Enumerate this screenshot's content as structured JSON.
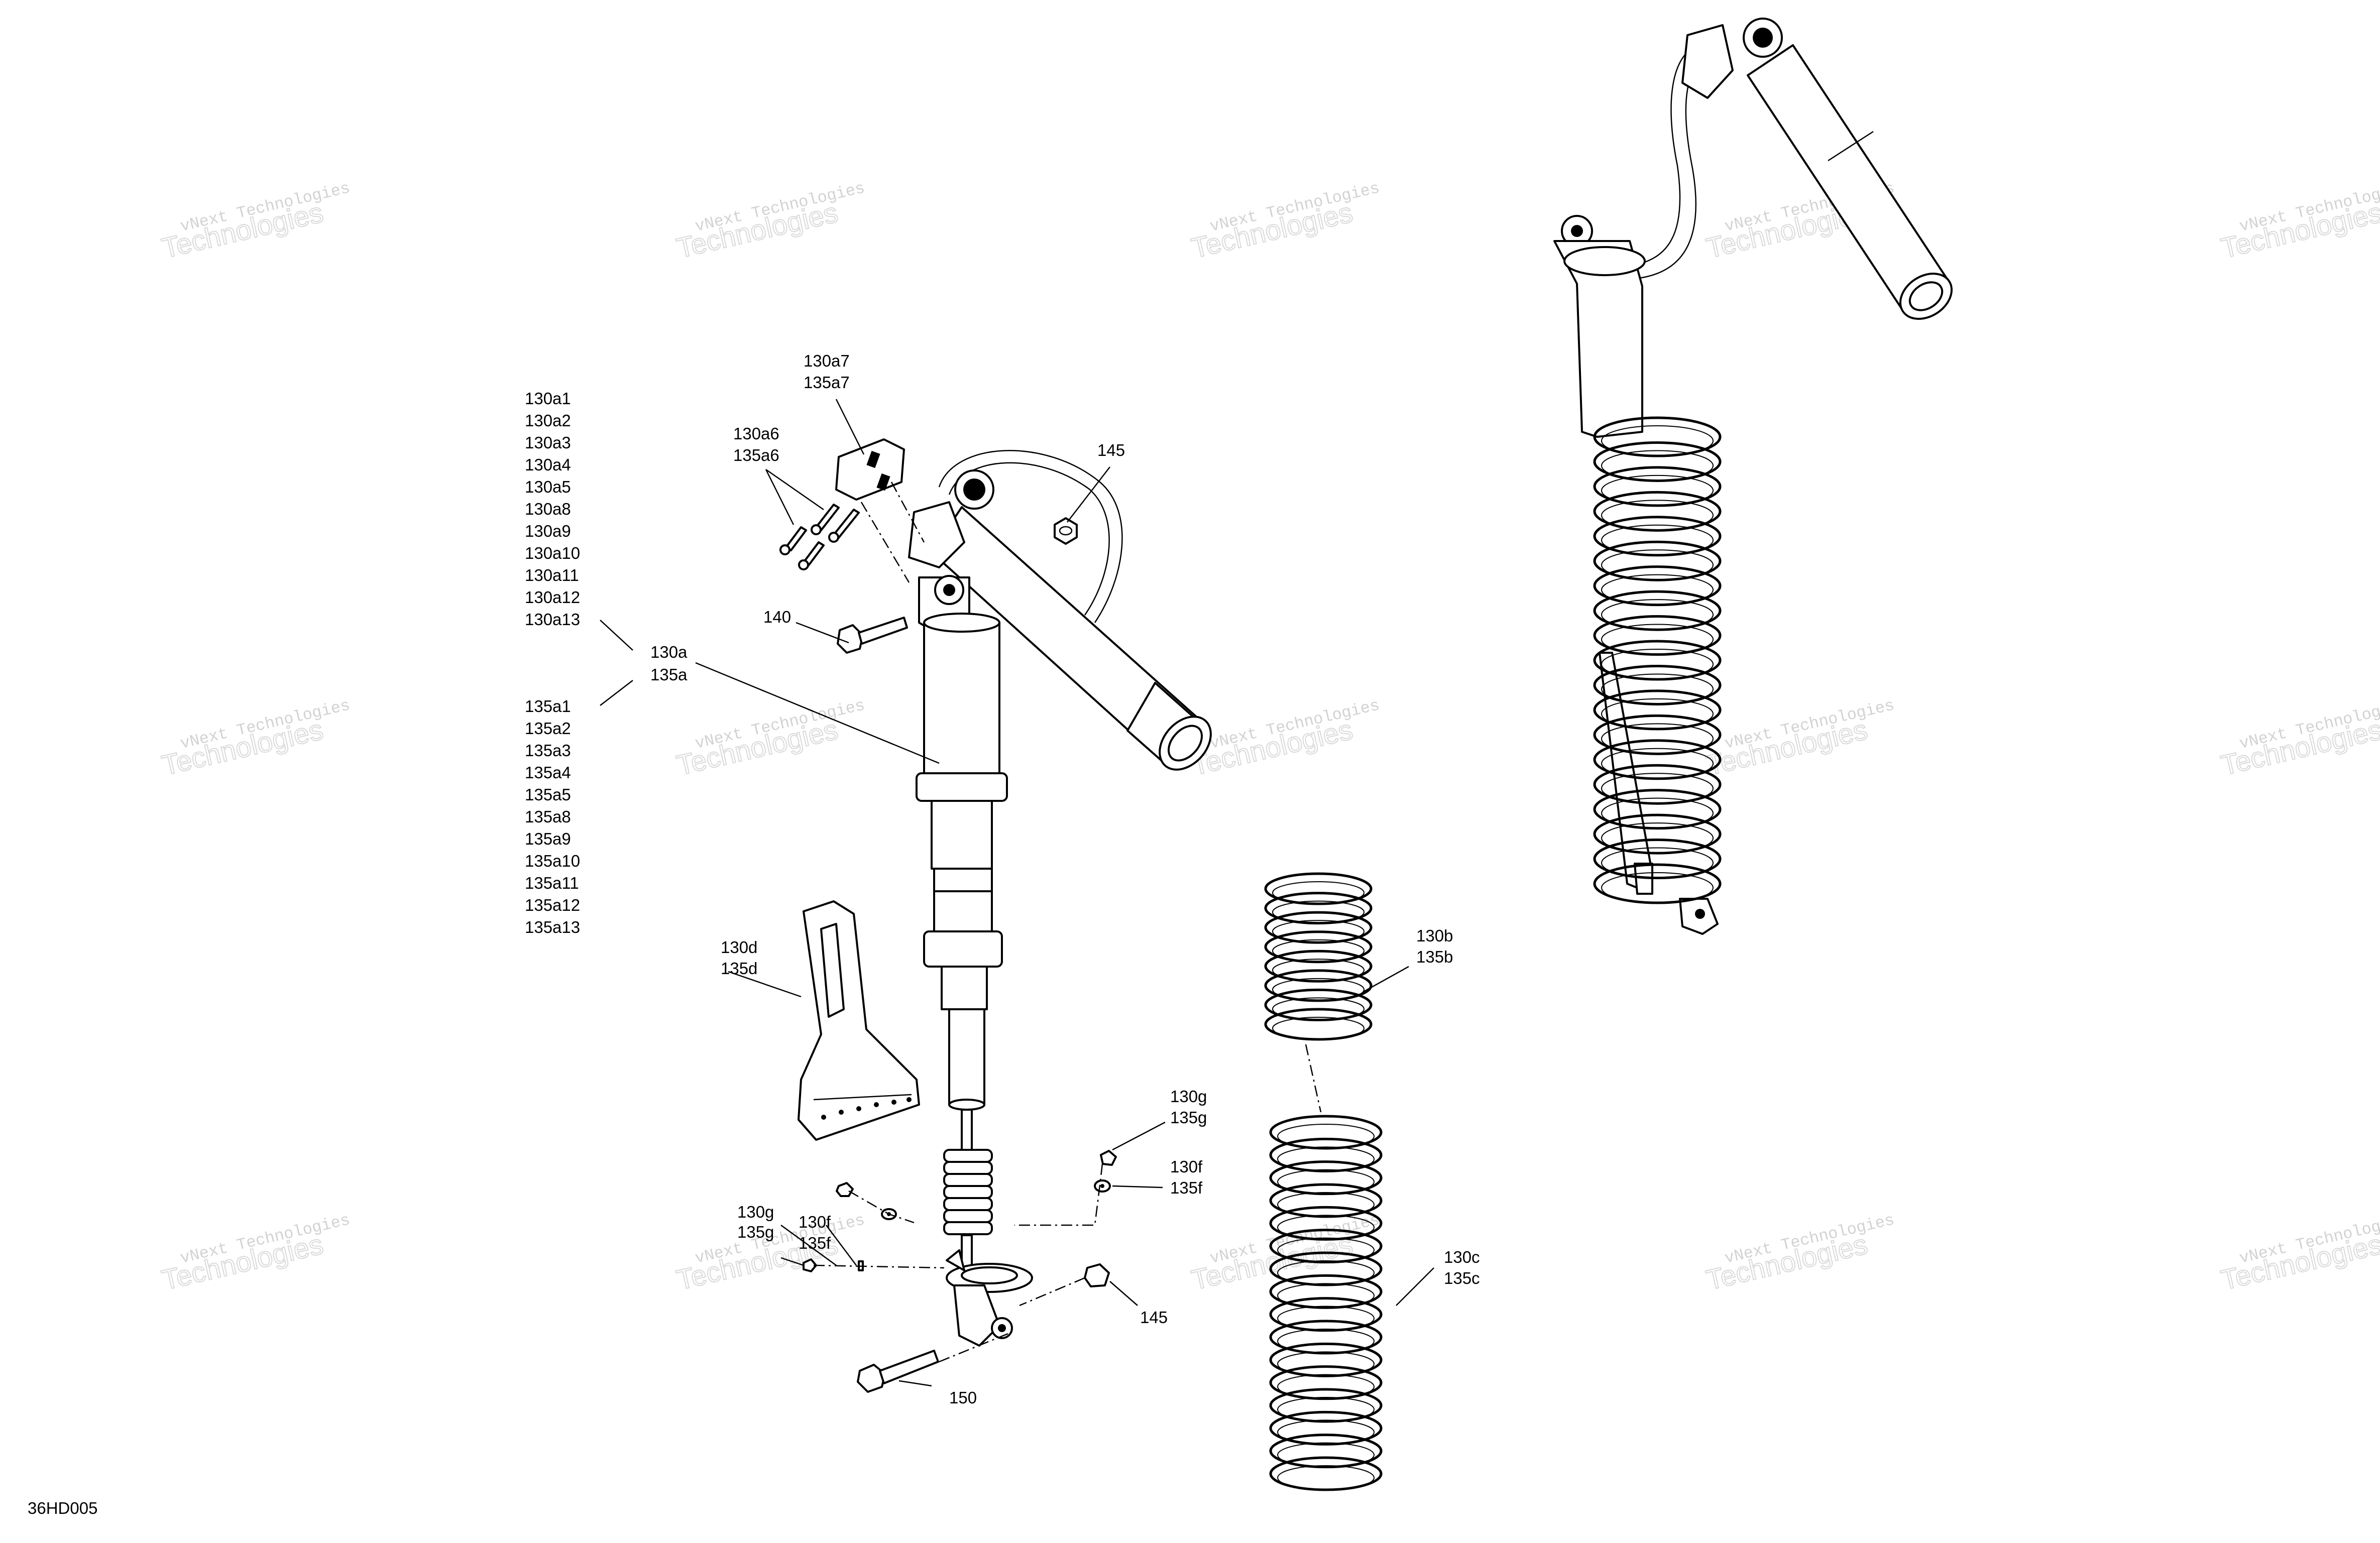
{
  "diagram_id": "36HD005",
  "watermark": {
    "line1": "vNext Technologies",
    "line2": "Technologies"
  },
  "labels": {
    "group_a_130": [
      "130a1",
      "130a2",
      "130a3",
      "130a4",
      "130a5",
      "130a8",
      "130a9",
      "130a10",
      "130a11",
      "130a12",
      "130a13"
    ],
    "group_a_135": [
      "135a1",
      "135a2",
      "135a3",
      "135a4",
      "135a5",
      "135a8",
      "135a9",
      "135a10",
      "135a11",
      "135a12",
      "135a13"
    ],
    "ref_130a": "130a",
    "ref_135a": "135a",
    "ref_130a7": "130a7",
    "ref_135a7": "135a7",
    "ref_130a6": "130a6",
    "ref_135a6": "135a6",
    "ref_145_top": "145",
    "ref_140": "140",
    "ref_130d": "130d",
    "ref_135d": "135d",
    "ref_130b": "130b",
    "ref_135b": "135b",
    "ref_130g_right": "130g",
    "ref_135g_right": "135g",
    "ref_130f_right": "130f",
    "ref_135f_right": "135f",
    "ref_130g_left": "130g",
    "ref_135g_left": "135g",
    "ref_130f_left": "130f",
    "ref_135f_left": "135f",
    "ref_130c": "130c",
    "ref_135c": "135c",
    "ref_145_bottom": "145",
    "ref_150": "150"
  }
}
